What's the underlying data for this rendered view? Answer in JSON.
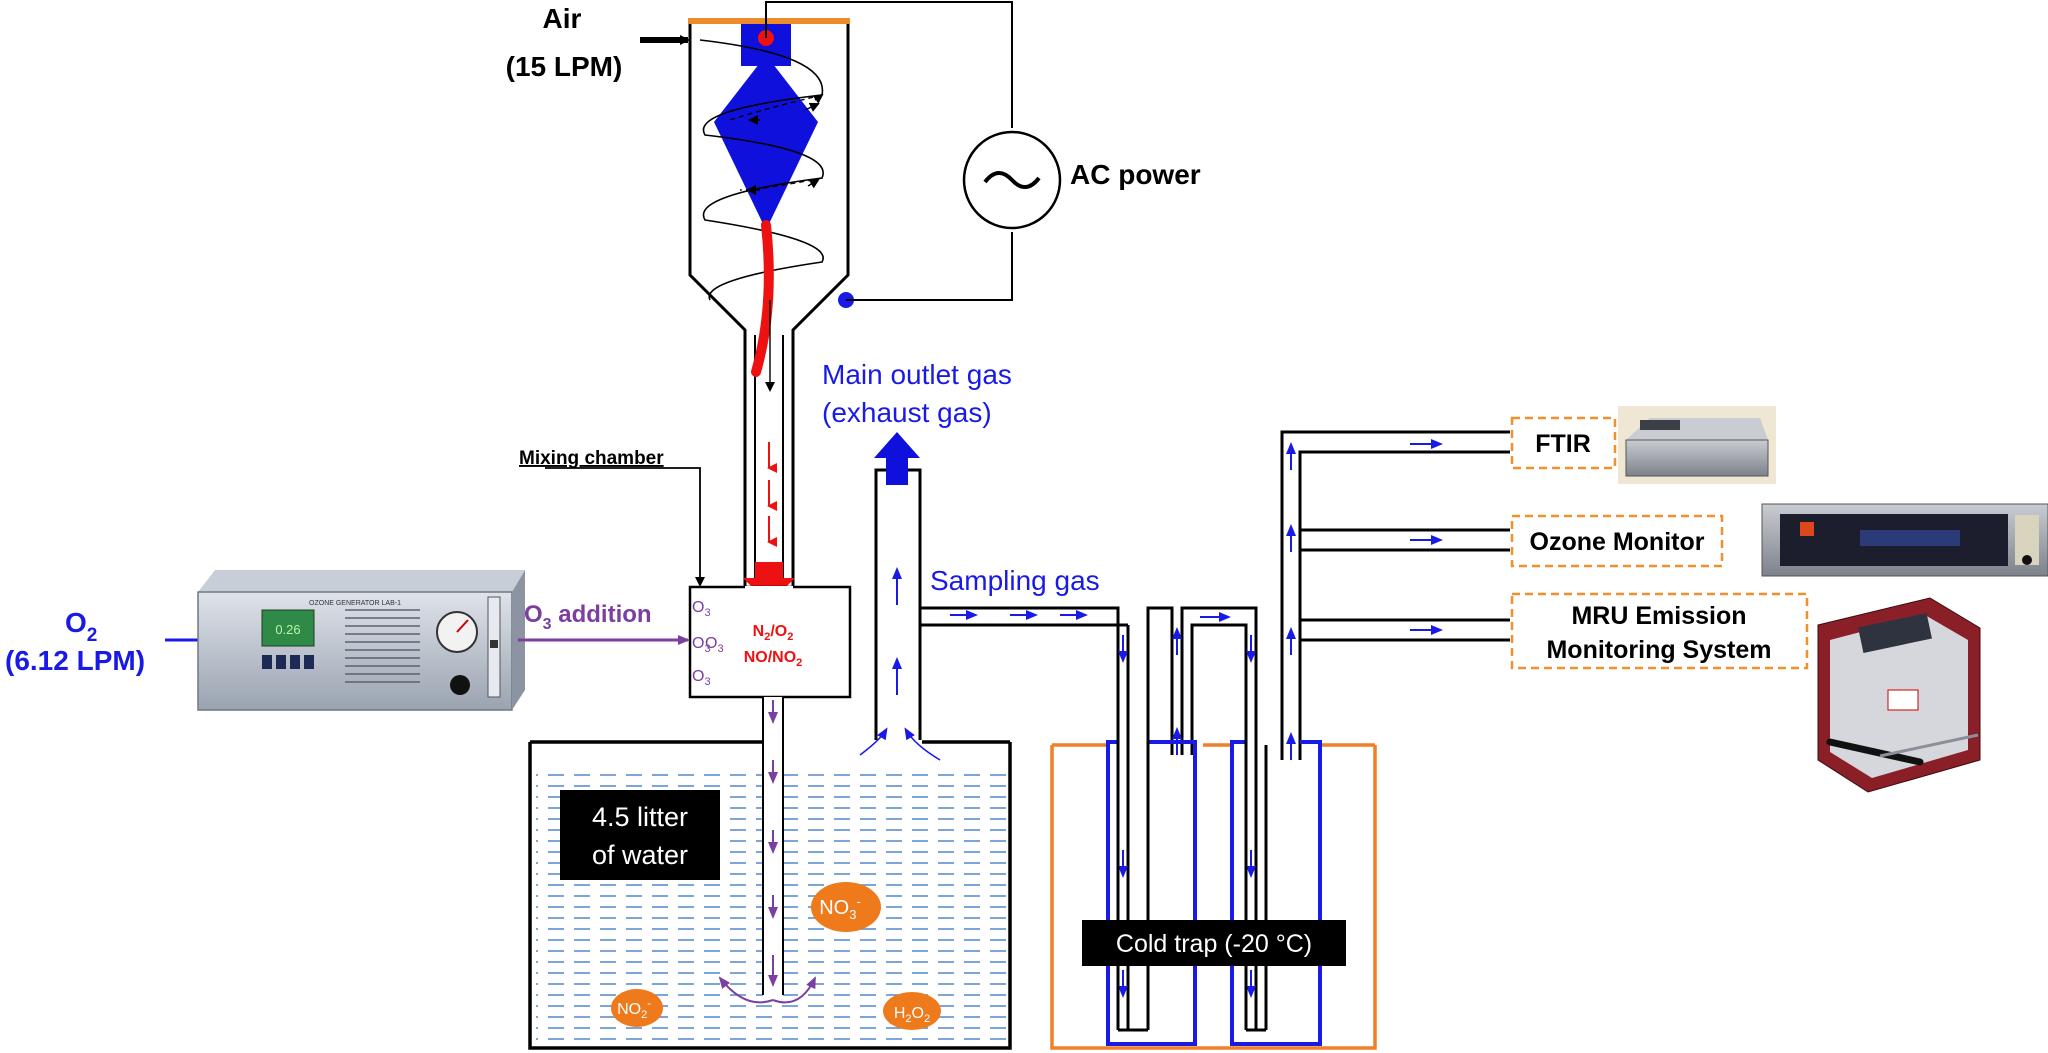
{
  "labels": {
    "air": "Air",
    "air_flow": "(15 LPM)",
    "ac_power": "AC power",
    "ac_symbol": "~",
    "mixing_chamber": "Mixing chamber",
    "o2_main": "O",
    "o2_sub": "2",
    "o2_flow": "(6.12 LPM)",
    "o3_main": "O",
    "o3_sub": "3",
    "o3_add_text": " addition",
    "chamber_line1_a": "N",
    "chamber_line1_sub1": "2",
    "chamber_line1_b": "/O",
    "chamber_line1_sub2": "2",
    "chamber_line2": "NO/NO",
    "chamber_line2_sub": "2",
    "main_outlet_1": "Main outlet gas",
    "main_outlet_2": "(exhaust gas)",
    "sampling_gas": "Sampling gas",
    "water_1": "4.5 litter",
    "water_2": "of water",
    "no3": "NO",
    "no3_sub": "3",
    "no3_sup": "-",
    "no2": "NO",
    "no2_sub": "2",
    "no2_sup": "-",
    "h2o2_a": "H",
    "h2o2_sub1": "2",
    "h2o2_b": "O",
    "h2o2_sub2": "2",
    "cold_trap": "Cold trap (-20 °C)",
    "ftir": "FTIR",
    "ozone_monitor": "Ozone Monitor",
    "mru_1": "MRU Emission",
    "mru_2": "Monitoring System",
    "generator_display": "0.26",
    "generator_title": "OZONE GENERATOR LAB-1"
  },
  "colors": {
    "plasma_blue": "#1010dd",
    "discharge_red": "#ee1111",
    "ozone_purple": "#7a3fa0",
    "flow_blue": "#1a1ae6",
    "trap_orange": "#f07f2a",
    "species_orange": "#ee7a1c",
    "dash_orange": "#f0902e"
  }
}
